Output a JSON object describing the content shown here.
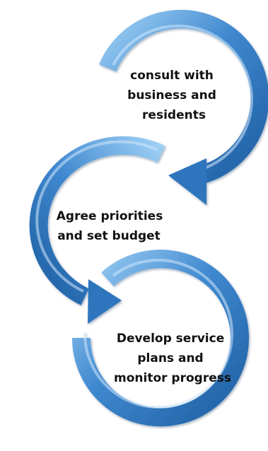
{
  "diagram": {
    "steps": [
      {
        "lines": [
          "consult with",
          "business and",
          "residents"
        ]
      },
      {
        "lines": [
          "Agree priorities",
          "and set budget"
        ]
      },
      {
        "lines": [
          "Develop service",
          "plans and",
          "monitor progress"
        ]
      }
    ],
    "colors": {
      "arrow_light": "#8fc3ee",
      "arrow_mid": "#3f88cf",
      "arrow_dark": "#1f5fa3",
      "text": "#111111"
    }
  }
}
